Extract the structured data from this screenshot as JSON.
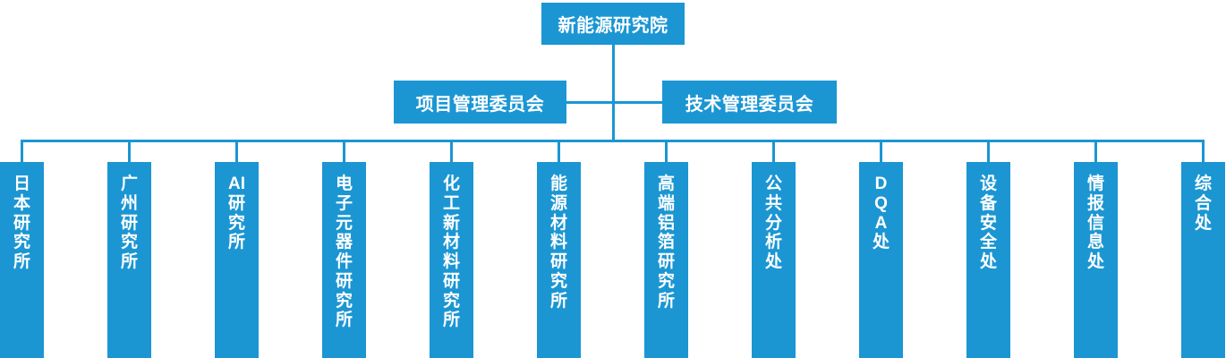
{
  "colors": {
    "primary": "#1b96d3",
    "node_text": "#ffffff",
    "background": "#ffffff"
  },
  "org_chart": {
    "type": "org-tree",
    "root": {
      "label": "新能源研究院"
    },
    "committees": [
      {
        "label": "项目管理委员会"
      },
      {
        "label": "技术管理委员会"
      }
    ],
    "departments": [
      {
        "label": "日本研究所",
        "lines": [
          "日",
          "本",
          "研",
          "究",
          "所"
        ]
      },
      {
        "label": "广州研究所",
        "lines": [
          "广",
          "州",
          "研",
          "究",
          "所"
        ]
      },
      {
        "label": "AI研究所",
        "lines": [
          "AI",
          "研",
          "究",
          "所"
        ]
      },
      {
        "label": "电子元器件研究所",
        "lines": [
          "电",
          "子",
          "元",
          "器",
          "件",
          "研",
          "究",
          "所"
        ]
      },
      {
        "label": "化工新材料研究所",
        "lines": [
          "化",
          "工",
          "新",
          "材",
          "料",
          "研",
          "究",
          "所"
        ]
      },
      {
        "label": "能源材料研究所",
        "lines": [
          "能",
          "源",
          "材",
          "料",
          "研",
          "究",
          "所"
        ]
      },
      {
        "label": "高端铝箔研究所",
        "lines": [
          "高",
          "端",
          "铝",
          "箔",
          "研",
          "究",
          "所"
        ]
      },
      {
        "label": "公共分析处",
        "lines": [
          "公",
          "共",
          "分",
          "析",
          "处"
        ]
      },
      {
        "label": "DQA处",
        "lines": [
          "D",
          "Q",
          "A",
          "处"
        ]
      },
      {
        "label": "设备安全处",
        "lines": [
          "设",
          "备",
          "安",
          "全",
          "处"
        ]
      },
      {
        "label": "情报信息处",
        "lines": [
          "情",
          "报",
          "信",
          "息",
          "处"
        ]
      },
      {
        "label": "综合处",
        "lines": [
          "综",
          "合",
          "处"
        ]
      }
    ]
  }
}
